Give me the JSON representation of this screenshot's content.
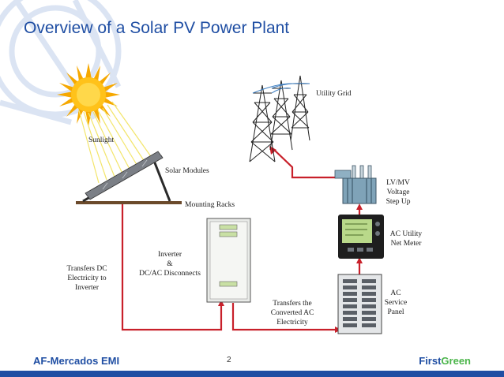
{
  "slide": {
    "title": "Overview of a Solar PV Power Plant",
    "page_number": "2"
  },
  "footer": {
    "left": "AF-Mercados EMI",
    "brand_part1": "First",
    "brand_part2": "Green",
    "brand_color_1": "#1f4ea3",
    "brand_color_2": "#4bb54a"
  },
  "labels": {
    "sunlight": "Sunlight",
    "solar_modules": "Solar Modules",
    "mounting_racks": "Mounting Racks",
    "transfers_dc": [
      "Transfers DC",
      "Electricity to",
      "Inverter"
    ],
    "inverter": [
      "Inverter",
      "&",
      "DC/AC Disconnects"
    ],
    "transfers_ac": [
      "Transfers the",
      "Converted AC",
      "Electricity"
    ],
    "utility_grid": "Utility Grid",
    "step_up": [
      "LV/MV",
      "Voltage",
      "Step Up"
    ],
    "net_meter": [
      "AC Utility",
      "Net Meter"
    ],
    "service_panel": [
      "AC",
      "Service",
      "Panel"
    ]
  },
  "colors": {
    "title": "#1f4ea3",
    "wire": "#c8202a",
    "sun": "#f6a800"
  }
}
